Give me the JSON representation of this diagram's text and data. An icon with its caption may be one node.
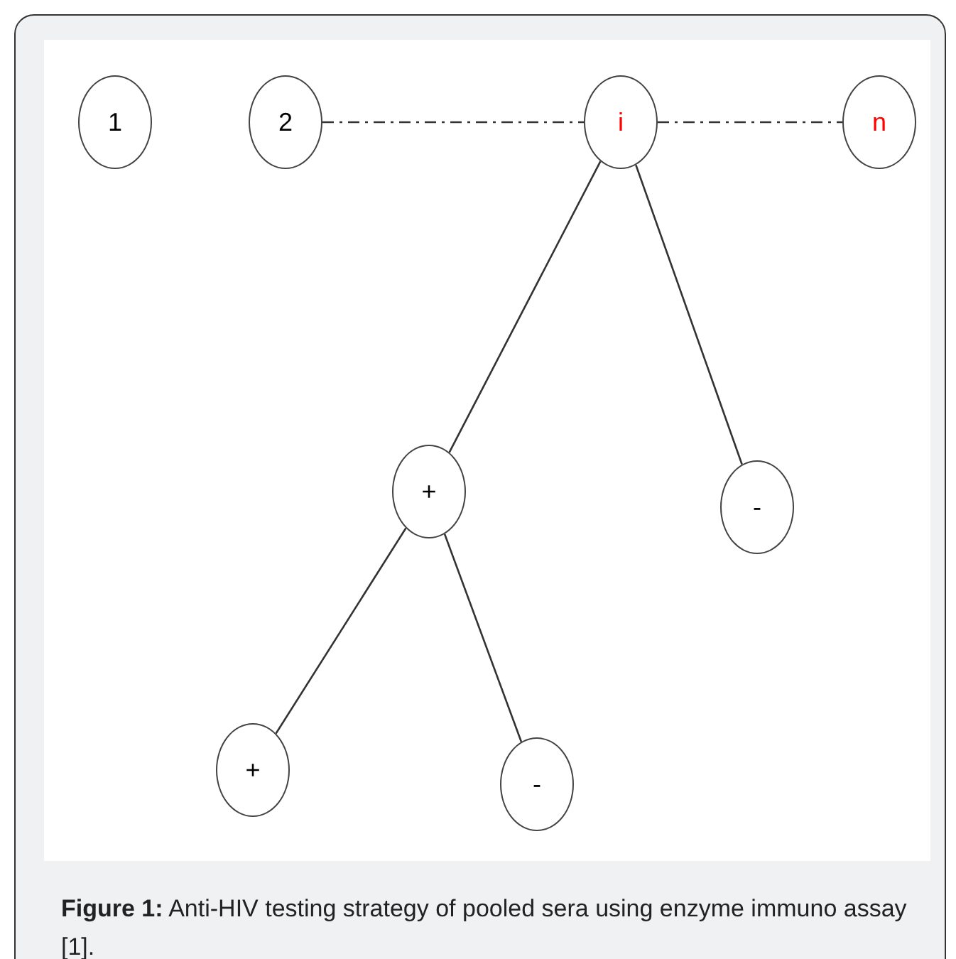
{
  "diagram": {
    "caption": "**Figure 1:** Anti-HIV testing strategy of pooled sera using enzyme immuno assay [1].",
    "nodes": [
      {
        "text": [
          "1"
        ]
      },
      {
        "text": [
          "2"
        ]
      },
      {
        "text": [
          "i"
        ]
      },
      {
        "text": [
          "n"
        ]
      },
      {
        "text": [
          "+"
        ]
      },
      {
        "text": [
          "-"
        ]
      },
      {
        "text": [
          "+"
        ]
      },
      {
        "text": [
          "-"
        ]
      }
    ],
    "edges": [
      {
        "from": 1,
        "to": 2,
        "arrow": "none",
        "style": "dashed"
      },
      {
        "from": 2,
        "to": 3,
        "arrow": "none",
        "style": "dashed"
      },
      {
        "from": 2,
        "to": 4,
        "arrow": "none"
      },
      {
        "from": 2,
        "to": 5,
        "arrow": "none"
      },
      {
        "from": 4,
        "to": 6,
        "arrow": "none"
      },
      {
        "from": 4,
        "to": 7,
        "arrow": "none"
      }
    ]
  }
}
